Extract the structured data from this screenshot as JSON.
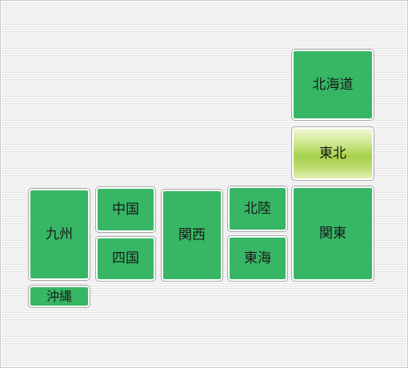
{
  "map": {
    "regions": [
      {
        "id": "hokkaido",
        "label": "北海道",
        "selected": false
      },
      {
        "id": "tohoku",
        "label": "東北",
        "selected": true
      },
      {
        "id": "kanto",
        "label": "関東",
        "selected": false
      },
      {
        "id": "hokuriku",
        "label": "北陸",
        "selected": false
      },
      {
        "id": "tokai",
        "label": "東海",
        "selected": false
      },
      {
        "id": "kansai",
        "label": "関西",
        "selected": false
      },
      {
        "id": "chugoku",
        "label": "中国",
        "selected": false
      },
      {
        "id": "shikoku",
        "label": "四国",
        "selected": false
      },
      {
        "id": "kyushu",
        "label": "九州",
        "selected": false
      },
      {
        "id": "okinawa",
        "label": "沖縄",
        "selected": false
      }
    ]
  },
  "colors": {
    "region_fill": "#37b765",
    "selected_fill": "#a6d24c",
    "region_border": "#ffffff",
    "panel_background": "#f4f4f4"
  }
}
